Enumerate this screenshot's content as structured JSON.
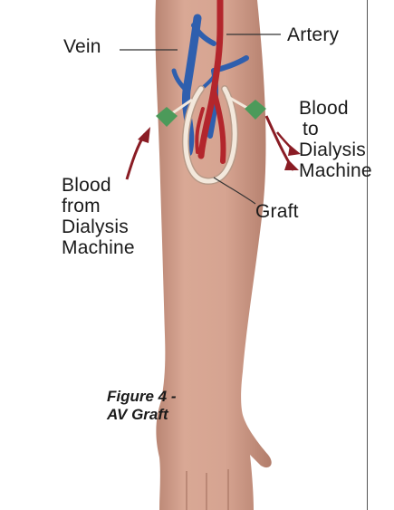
{
  "figure": {
    "labels": {
      "vein": "Vein",
      "artery": "Artery",
      "blood_to_line1": "Blood",
      "blood_to_line2": "to",
      "blood_to_line3": "Dialysis",
      "blood_to_line4": "Machine",
      "blood_from_line1": "Blood",
      "blood_from_line2": "from",
      "blood_from_line3": "Dialysis",
      "blood_from_line4": "Machine",
      "graft": "Graft"
    },
    "caption_line1": "Figure 4 -",
    "caption_line2": "AV Graft"
  },
  "colors": {
    "skin": "#cf9e8c",
    "skin_shadow": "#b8836f",
    "artery": "#b3262c",
    "vein": "#2f5fae",
    "graft": "#f3e8dc",
    "graft_outline": "#b89a88",
    "needle": "#4c9a5a",
    "arrow": "#8a1c24",
    "text": "#1a1a1a"
  }
}
